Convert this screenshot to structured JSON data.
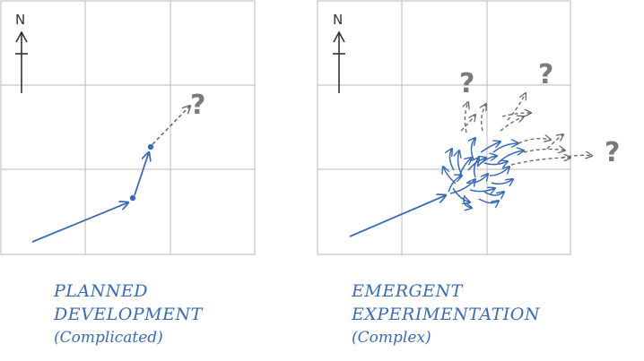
{
  "colors": {
    "solid_arrow": "#3a6bb3",
    "dashed_arrow": "#6b6b6b",
    "grid": "#b8b8b8",
    "question": "#7a7a7a"
  },
  "left_panel": {
    "north_label": "N",
    "question_mark": "?",
    "caption_title_line1": "PLANNED",
    "caption_title_line2": "DEVELOPMENT",
    "caption_subtitle": "(Complicated)"
  },
  "right_panel": {
    "north_label": "N",
    "question_marks": [
      "?",
      "?",
      "?"
    ],
    "caption_title_line1": "EMERGENT",
    "caption_title_line2": "EXPERIMENTATION",
    "caption_subtitle": "(Complex)"
  }
}
